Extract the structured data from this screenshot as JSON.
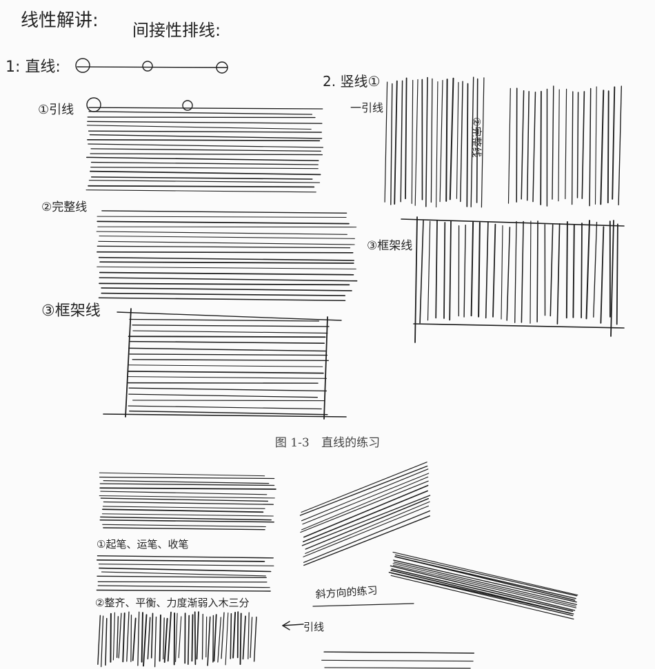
{
  "figure": {
    "number": "图 1-3",
    "title": "直线的练习"
  },
  "notes": {
    "heading": "线性解讲:",
    "subheading": "间接性排线:",
    "row1_label": "1: 直线:",
    "item1_label": "①引线",
    "item2_label": "②完整线",
    "item3_label": "③框架线",
    "section2_label": "2. 竖线①",
    "section2_sub": "一引线",
    "section2_item2": "②完整线",
    "section2_item3": "③框架线",
    "bottom_note1": "①起笔、运笔、收笔",
    "bottom_note2": "②整齐、平衡、力度渐弱入木三分",
    "bottom_note3": "斜方向的练习",
    "bottom_note4": "引线"
  },
  "colors": {
    "ink": "#1c1c1c",
    "paper": "#fbfbfb",
    "caption": "#444444"
  }
}
